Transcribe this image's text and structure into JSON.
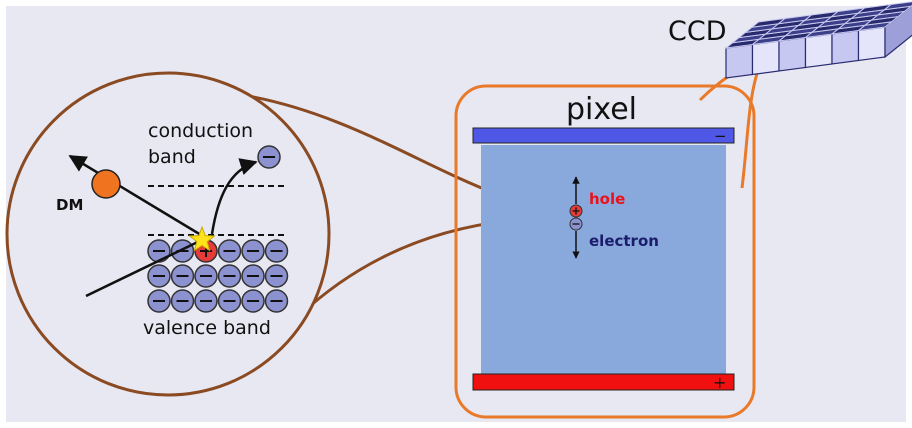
{
  "colors": {
    "panel_bg": "#e8e8f2",
    "circle_stroke": "#8a4a22",
    "pixel_border": "#e87a2a",
    "pixel_fill": "#89a8dc",
    "top_electrode": "#4f58e6",
    "bottom_electrode": "#f01010",
    "electron_fill": "#8b92cf",
    "hole_fill": "#e53b3b",
    "dm_fill": "#f07420",
    "star": "#ffe21a",
    "hole_text": "#e8131d",
    "electron_text": "#1c1c6c",
    "ccd_dark": "#272a6c",
    "ccd_light": "#c7c8f2"
  },
  "labels": {
    "ccd": "CCD",
    "pixel": "pixel",
    "conduction_band": [
      "conduction",
      "band"
    ],
    "valence_band": "valence band",
    "dm": "DM",
    "hole": "hole",
    "electron": "electron",
    "minus_sign": "−",
    "plus_sign": "+"
  },
  "valence_band": {
    "rows": 3,
    "cols": 6,
    "hole_position": [
      0,
      2
    ]
  }
}
